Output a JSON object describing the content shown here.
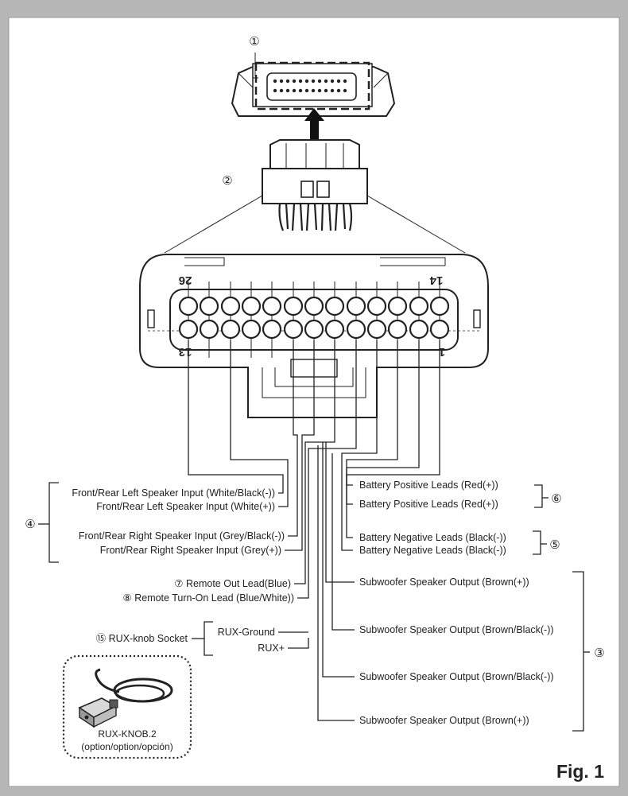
{
  "figure_label": "Fig. 1",
  "callouts": {
    "c1": "①",
    "c2": "②",
    "c3": "③",
    "c4": "④",
    "c5": "⑤",
    "c6": "⑥"
  },
  "pin_numbers": {
    "p26": "26",
    "p14": "14",
    "p13": "13",
    "p1": "1"
  },
  "left_labels": {
    "front_left_neg": "Front/Rear Left Speaker Input (White/Black(-))",
    "front_left_pos": "Front/Rear Left Speaker Input (White(+))",
    "front_right_neg": "Front/Rear Right Speaker Input (Grey/Black(-))",
    "front_right_pos": "Front/Rear Right Speaker Input (Grey(+))",
    "remote_out": "⑦ Remote Out Lead(Blue)",
    "remote_turn_on": "⑧ Remote Turn-On Lead (Blue/White))",
    "rux_socket": "⑮ RUX-knob Socket",
    "rux_ground": "RUX-Ground",
    "rux_plus": "RUX+"
  },
  "right_labels": {
    "bat_pos_1": "Battery Positive Leads (Red(+))",
    "bat_pos_2": "Battery Positive Leads (Red(+))",
    "bat_neg_1": "Battery Negative Leads (Black(-))",
    "bat_neg_2": "Battery Negative Leads (Black(-))",
    "sub_1": "Subwoofer Speaker Output (Brown(+))",
    "sub_2": "Subwoofer Speaker Output (Brown/Black(-))",
    "sub_3": "Subwoofer Speaker Output (Brown/Black(-))",
    "sub_4": "Subwoofer Speaker Output (Brown(+))"
  },
  "accessory": {
    "name": "RUX-KNOB.2",
    "option": "(option/option/opción)"
  }
}
